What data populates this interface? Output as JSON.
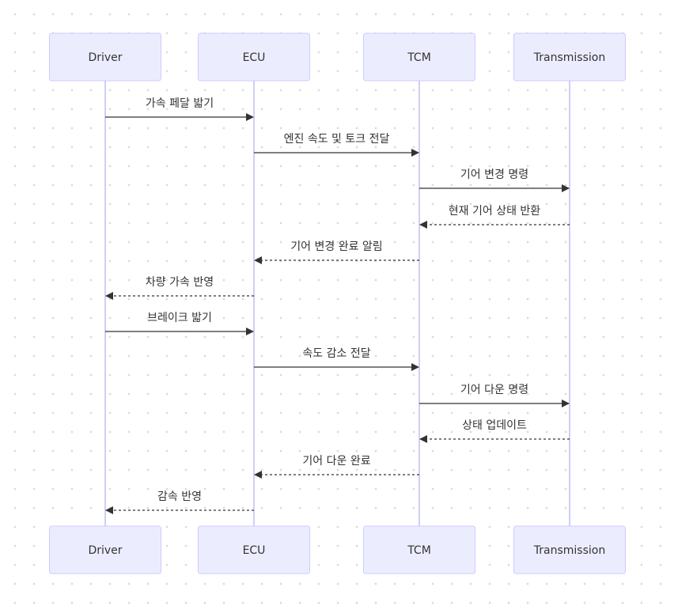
{
  "participants": [
    {
      "id": "driver",
      "label": "Driver"
    },
    {
      "id": "ecu",
      "label": "ECU"
    },
    {
      "id": "tcm",
      "label": "TCM"
    },
    {
      "id": "transmission",
      "label": "Transmission"
    }
  ],
  "messages": [
    {
      "from": "driver",
      "to": "ecu",
      "text": "가속 페달 밟기",
      "style": "solid"
    },
    {
      "from": "ecu",
      "to": "tcm",
      "text": "엔진 속도 및 토크 전달",
      "style": "solid"
    },
    {
      "from": "tcm",
      "to": "transmission",
      "text": "기어 변경 명령",
      "style": "solid"
    },
    {
      "from": "transmission",
      "to": "tcm",
      "text": "현재 기어 상태 반환",
      "style": "dashed"
    },
    {
      "from": "tcm",
      "to": "ecu",
      "text": "기어 변경 완료 알림",
      "style": "dashed"
    },
    {
      "from": "ecu",
      "to": "driver",
      "text": "차량 가속 반영",
      "style": "dashed"
    },
    {
      "from": "driver",
      "to": "ecu",
      "text": "브레이크 밟기",
      "style": "solid"
    },
    {
      "from": "ecu",
      "to": "tcm",
      "text": "속도 감소 전달",
      "style": "solid"
    },
    {
      "from": "tcm",
      "to": "transmission",
      "text": "기어 다운 명령",
      "style": "solid"
    },
    {
      "from": "transmission",
      "to": "tcm",
      "text": "상태 업데이트",
      "style": "dashed"
    },
    {
      "from": "tcm",
      "to": "ecu",
      "text": "기어 다운 완료",
      "style": "dashed"
    },
    {
      "from": "ecu",
      "to": "driver",
      "text": "감속 반영",
      "style": "dashed"
    }
  ],
  "colors": {
    "actor_fill": "#ececff",
    "actor_stroke": "#ccccff",
    "lifeline": "#cfcff5",
    "line": "#333333",
    "text": "#333333"
  }
}
